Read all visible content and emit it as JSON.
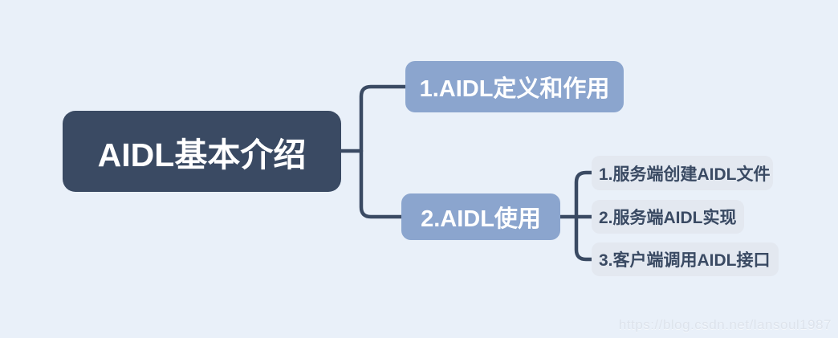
{
  "mindmap": {
    "root": {
      "label": "AIDL基本介绍"
    },
    "branches": [
      {
        "label": "1.AIDL定义和作用",
        "children": []
      },
      {
        "label": "2.AIDL使用",
        "children": [
          {
            "label": "1.服务端创建AIDL文件"
          },
          {
            "label": "2.服务端AIDL实现"
          },
          {
            "label": "3.客户端调用AIDL接口"
          }
        ]
      }
    ]
  },
  "watermark": "https://blog.csdn.net/lansoul1987",
  "colors": {
    "background": "#e9f0f9",
    "root_fill": "#3a4a63",
    "root_text": "#ffffff",
    "branch_fill": "#8ba5ce",
    "branch_text": "#ffffff",
    "leaf_fill": "#e3e8f0",
    "leaf_text": "#3a4a63",
    "connector": "#3a4a63",
    "watermark_color": "#dde3ec"
  }
}
